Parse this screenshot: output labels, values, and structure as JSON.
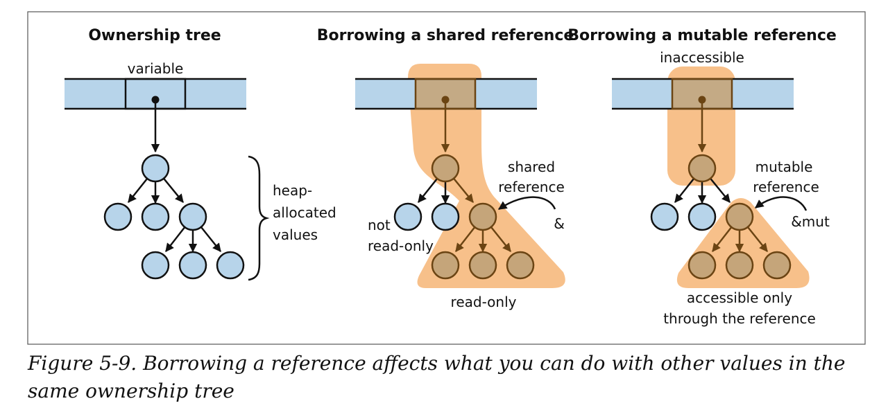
{
  "panels": [
    {
      "title": "Ownership tree",
      "labels": {
        "variable": "variable",
        "bracket": [
          "heap-",
          "allocated",
          "values"
        ]
      }
    },
    {
      "title": "Borrowing a shared reference",
      "labels": {
        "reference": [
          "shared",
          "reference"
        ],
        "symbol": "&",
        "not_readonly": [
          "not",
          "read-only"
        ],
        "readonly": "read-only"
      }
    },
    {
      "title": "Borrowing a mutable reference",
      "labels": {
        "inaccessible": "inaccessible",
        "reference": [
          "mutable",
          "reference"
        ],
        "symbol": "&mut",
        "accessible": [
          "accessible only",
          "through the reference"
        ]
      }
    }
  ],
  "caption": "Figure 5-9. Borrowing a reference affects what you can do with other values in the same ownership tree",
  "colors": {
    "node_blue": "#b7d4ea",
    "node_tan": "#c5a57a",
    "highlight": "#f7c08a",
    "arrow_dark": "#111111",
    "arrow_brown": "#6b4413"
  }
}
